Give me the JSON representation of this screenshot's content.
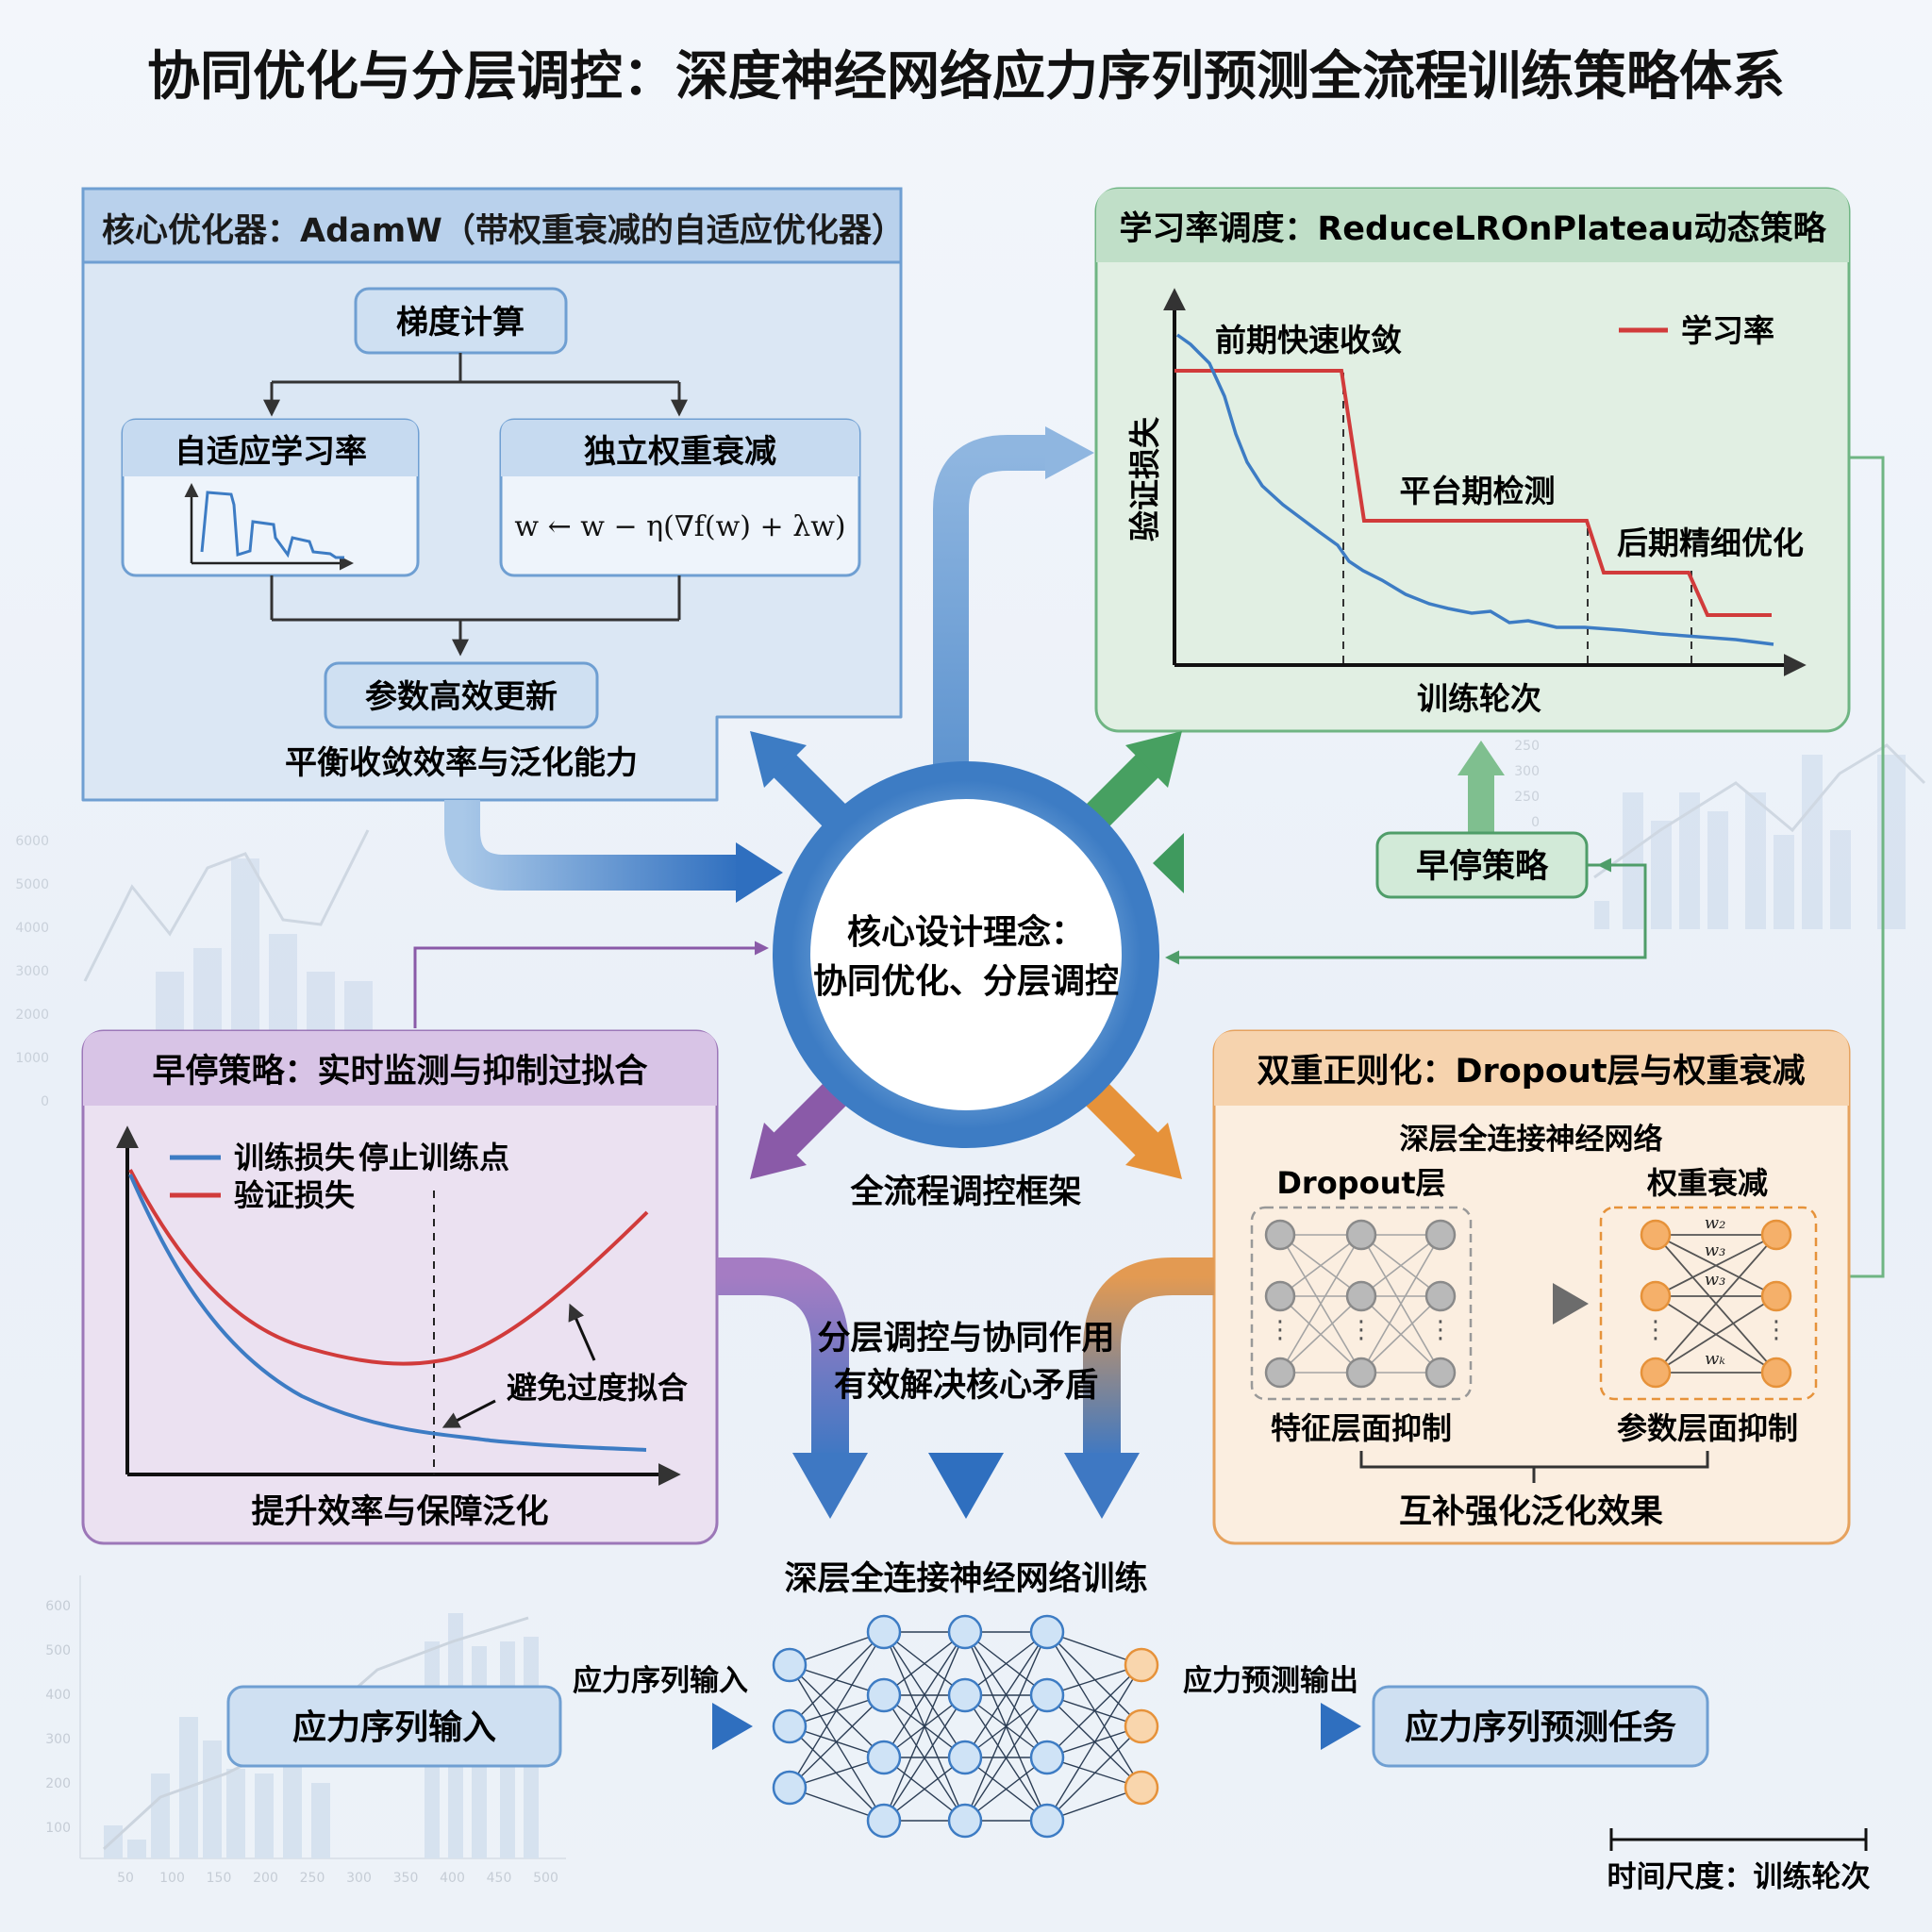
{
  "title": "协同优化与分层调控：深度神经网络应力序列预测全流程训练策略体系",
  "optimizer": {
    "header": "核心优化器：AdamW（带权重衰减的自适应优化器）",
    "gradient": "梯度计算",
    "adaptive_lr": "自适应学习率",
    "decay": "独立权重衰减",
    "formula": "w ← w − η(∇f(w) + λw)",
    "update": "参数高效更新",
    "caption": "平衡收敛效率与泛化能力"
  },
  "scheduler": {
    "header": "学习率调度：ReduceLROnPlateau动态策略",
    "early_label": "前期快速收敛",
    "legend_lr": "学习率",
    "plateau_label": "平台期检测",
    "late_label": "后期精细优化",
    "ylabel": "验证损失",
    "xlabel": "训练轮次"
  },
  "center": {
    "line1": "核心设计理念：",
    "line2": "协同优化、分层调控",
    "framework": "全流程调控框架",
    "hier1": "分层调控与协同作用",
    "hier2": "有效解决核心矛盾"
  },
  "early_stop_tag": "早停策略",
  "early_stop": {
    "header": "早停策略：实时监测与抑制过拟合",
    "legend_train": "训练损失",
    "legend_stop": "停止训练点",
    "legend_val": "验证损失",
    "avoid_label": "避免过度拟合",
    "caption": "提升效率与保障泛化"
  },
  "regularization": {
    "header": "双重正则化：Dropout层与权重衰减",
    "subtitle": "深层全连接神经网络",
    "dropout_label": "Dropout层",
    "decay_label": "权重衰减",
    "feature_label": "特征层面抑制",
    "param_label": "参数层面抑制",
    "caption": "互补强化泛化效果",
    "weights": [
      "w₂",
      "w₃",
      "w₃",
      "wₖ"
    ]
  },
  "bottom": {
    "training_title": "深层全连接神经网络训练",
    "input_box": "应力序列输入",
    "input_arrow": "应力序列输入",
    "output_arrow": "应力预测输出",
    "task_box": "应力序列预测任务",
    "scale": "时间尺度：训练轮次"
  },
  "background": {
    "left_ticks": [
      "6000",
      "5000",
      "4000",
      "3000",
      "2000",
      "1000",
      "0"
    ],
    "right_ticks": [
      "250",
      "300",
      "250",
      "0"
    ],
    "bottom_yticks": [
      "600",
      "500",
      "400",
      "300",
      "200",
      "100"
    ],
    "bottom_xticks": [
      "50",
      "100",
      "150",
      "200",
      "250",
      "300",
      "350",
      "400",
      "450",
      "500"
    ]
  },
  "colors": {
    "blue": "#3d7cc4",
    "green": "#4f9d69",
    "purple": "#8a5aa8",
    "orange": "#e6923a",
    "red": "#d13b3b"
  }
}
